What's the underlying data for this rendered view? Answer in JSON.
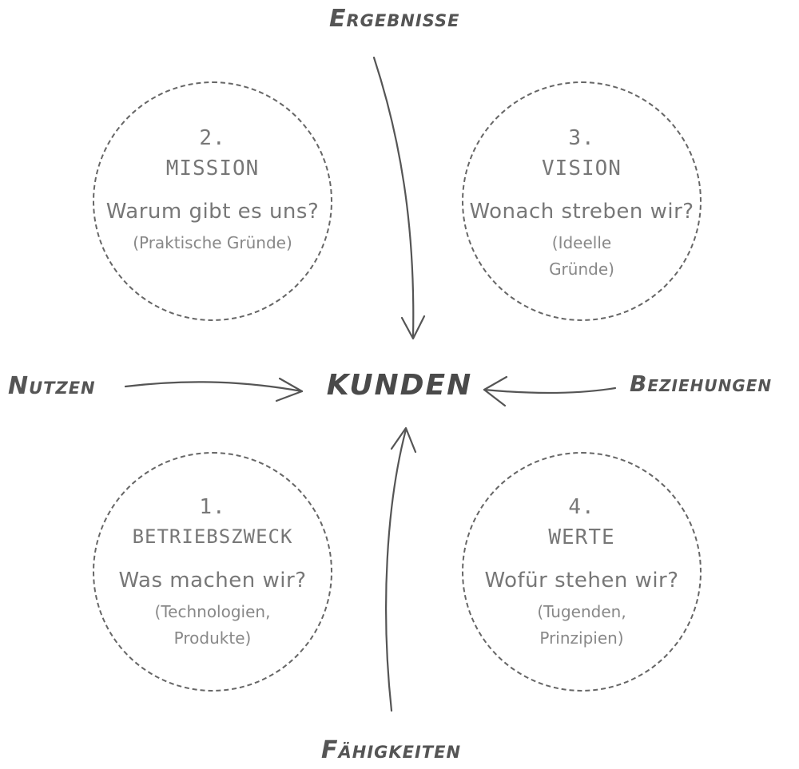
{
  "center": {
    "label": "KUNDEN"
  },
  "axes": {
    "top": "Ergebnisse",
    "bottom": "Fähigkeiten",
    "left": "Nutzen",
    "right": "Beziehungen"
  },
  "quadrants": [
    {
      "number": "2.",
      "name": "MISSION",
      "question": "Warum gibt es uns?",
      "detail": "(Praktische Gründe)"
    },
    {
      "number": "3.",
      "name": "VISION",
      "question": "Wonach streben wir?",
      "detail": "(Ideelle Gründe)"
    },
    {
      "number": "1.",
      "name": "BETRIEBSZWECK",
      "question": "Was machen wir?",
      "detail": "(Technologien, Produkte)"
    },
    {
      "number": "4.",
      "name": "WERTE",
      "question": "Wofür stehen wir?",
      "detail": "(Tugenden, Prinzipien)"
    }
  ],
  "colors": {
    "ink": "#555555",
    "dashed_border": "#666666",
    "background": "#ffffff"
  }
}
